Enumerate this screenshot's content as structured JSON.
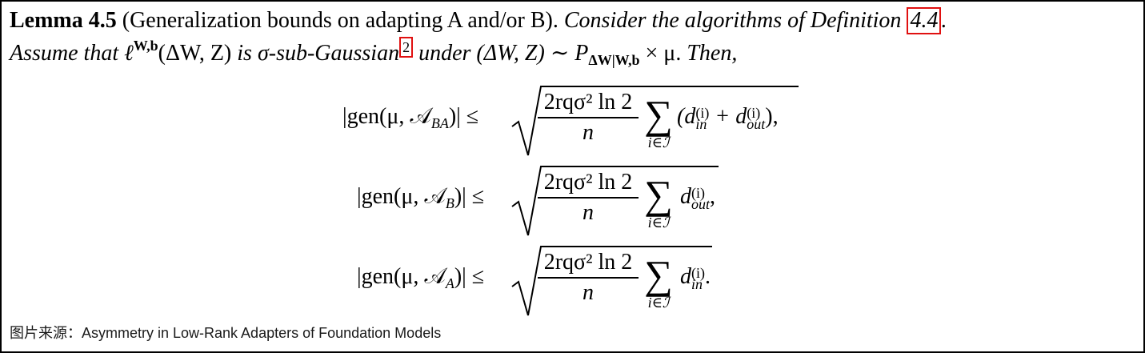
{
  "lemma": {
    "label": "Lemma 4.5",
    "title": "(Generalization bounds on adapting A and/or B).",
    "statement_start": "Consider the algorithms of Definition",
    "definition_ref": "4.4",
    "statement_line2_a": "Assume that",
    "loss_symbol": "ℓ",
    "loss_superscript": "W,b",
    "loss_args": "(ΔW, Z)",
    "is_text": "is σ-sub-Gaussian",
    "footnote_ref": "2",
    "under_text": "under (ΔW, Z) ∼",
    "dist_symbol": "P",
    "dist_subscript": "ΔW|W,b",
    "dist_tail": "× μ.",
    "then_text": "Then,"
  },
  "equations": [
    {
      "lhs": "|gen(μ, 𝒜",
      "lhs_sub": "BA",
      "lhs_close": ")| ≤",
      "numerator": "2rqσ² ln 2",
      "denominator": "n",
      "sum_limit": "i∈ℐ",
      "term": "(d_in^(i) + d_out^(i)),",
      "term_a": "(d",
      "term_a_sup": "(i)",
      "term_a_sub": "in",
      "term_plus": " + d",
      "term_b_sup": "(i)",
      "term_b_sub": "out",
      "term_end": "),"
    },
    {
      "lhs": "|gen(μ, 𝒜",
      "lhs_sub": "B",
      "lhs_close": ")| ≤",
      "numerator": "2rqσ² ln 2",
      "denominator": "n",
      "sum_limit": "i∈ℐ",
      "term_a": "d",
      "term_a_sup": "(i)",
      "term_a_sub": "out",
      "term_end": ","
    },
    {
      "lhs": "|gen(μ, 𝒜",
      "lhs_sub": "A",
      "lhs_close": ")| ≤",
      "numerator": "2rqσ² ln 2",
      "denominator": "n",
      "sum_limit": "i∈ℐ",
      "term_a": "d",
      "term_a_sup": "(i)",
      "term_a_sub": "in",
      "term_end": "."
    }
  ],
  "caption": "图片来源：Asymmetry in Low-Rank Adapters of Foundation Models",
  "colors": {
    "highlight_box": "#e01010",
    "border": "#000000"
  }
}
